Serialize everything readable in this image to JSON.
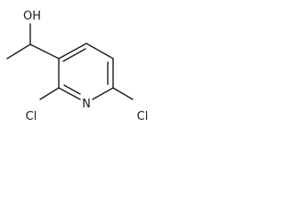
{
  "molecule": {
    "labels": {
      "hydroxyl": "OH",
      "nitrogen": "N",
      "chlorine_left": "Cl",
      "chlorine_right": "Cl"
    },
    "colors": {
      "stroke": "#1a1a1a",
      "background": "#ffffff"
    }
  }
}
